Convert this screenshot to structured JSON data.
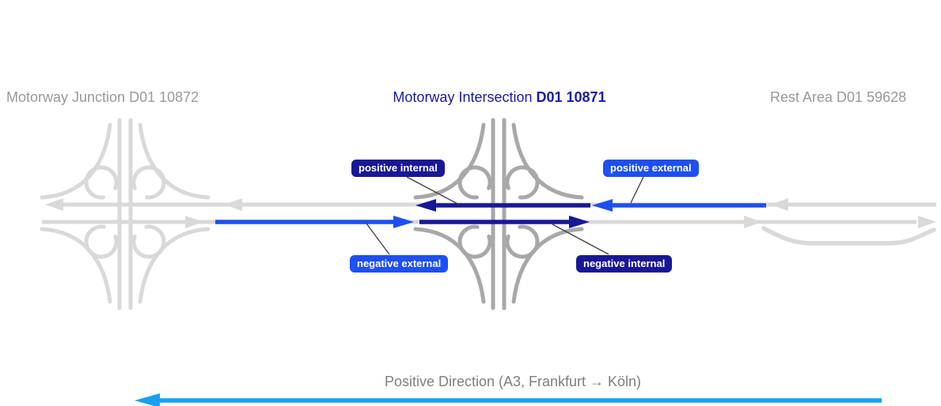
{
  "headings": {
    "left": "Motorway Junction D01 10872",
    "center": {
      "prefix": "Motorway Intersection",
      "bold": "D01 10871"
    },
    "right": "Rest Area D01 59628"
  },
  "flow_labels": {
    "positive_internal": "positive internal",
    "positive_external": "positive external",
    "negative_external": "negative external",
    "negative_internal": "negative internal"
  },
  "footer": {
    "direction_label": "Positive Direction (A3, Frankfurt → Köln)"
  },
  "colors": {
    "navy_arrow": "#181896",
    "blue_arrow": "#1E4FF2",
    "sky_arrow": "#16A1F2",
    "road_light_gray": "#D9D9D9",
    "junction_dark_gray": "#A8A8A8",
    "heading_gray": "#999999",
    "heading_navy": "#1A1AA6",
    "footer_gray": "#7F7F7F",
    "connector_line": "#3C3C3C"
  }
}
